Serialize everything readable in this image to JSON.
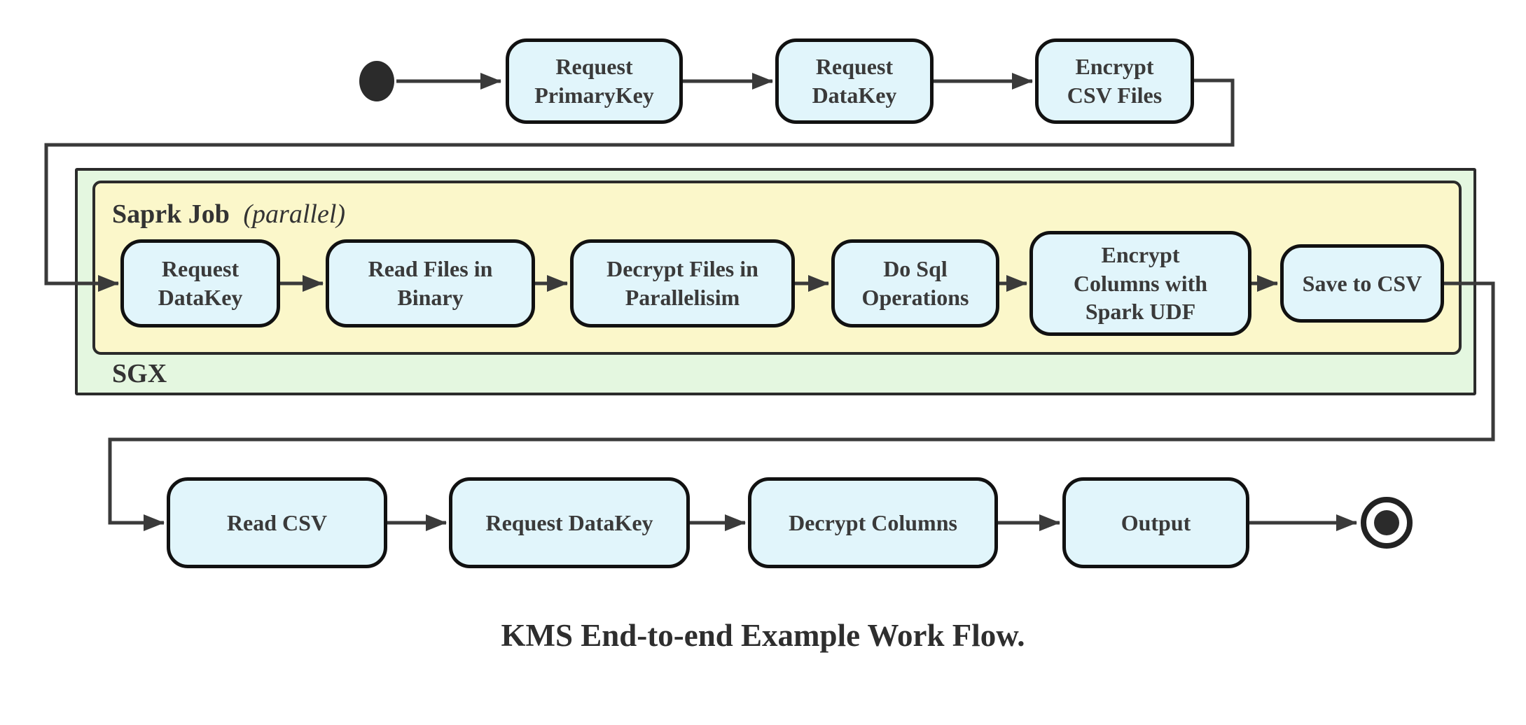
{
  "caption": "KMS End-to-end Example Work Flow.",
  "colors": {
    "node_fill": "#e1f5fb",
    "node_border": "#111111",
    "sgx_container_fill": "#e4f7e0",
    "spark_container_fill": "#fbf7ca",
    "container_border": "#2b2b2b",
    "edge": "#3a3a3a",
    "text": "#3a3a3a"
  },
  "flow": {
    "top_row": [
      {
        "label": "Request\nPrimaryKey"
      },
      {
        "label": "Request\nDataKey"
      },
      {
        "label": "Encrypt\nCSV Files"
      }
    ],
    "sgx": {
      "label": "SGX",
      "spark_job": {
        "title_bold": "Saprk Job",
        "title_italic": "(parallel)",
        "nodes": [
          {
            "label": "Request\nDataKey"
          },
          {
            "label": "Read Files in\nBinary"
          },
          {
            "label": "Decrypt Files in\nParallelisim"
          },
          {
            "label": "Do Sql\nOperations"
          },
          {
            "label": "Encrypt\nColumns with\nSpark UDF"
          },
          {
            "label": "Save to CSV"
          }
        ]
      }
    },
    "bottom_row": [
      {
        "label": "Read CSV"
      },
      {
        "label": "Request DataKey"
      },
      {
        "label": "Decrypt Columns"
      },
      {
        "label": "Output"
      }
    ]
  }
}
